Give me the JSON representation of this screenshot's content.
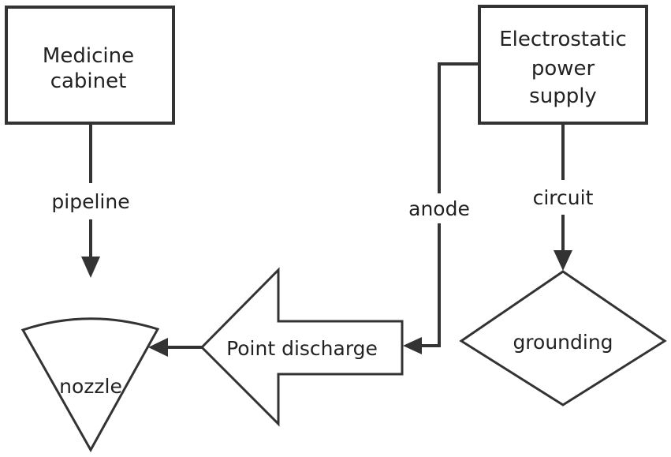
{
  "nodes": {
    "medicine_cabinet": {
      "line1": "Medicine",
      "line2": "cabinet"
    },
    "power_supply": {
      "line1": "Electrostatic",
      "line2": "power",
      "line3": "supply"
    },
    "nozzle": {
      "label": "nozzle"
    },
    "point_discharge": {
      "label": "Point discharge"
    },
    "grounding": {
      "label": "grounding"
    }
  },
  "edges": {
    "pipeline": "pipeline",
    "anode": "anode",
    "circuit": "circuit"
  }
}
